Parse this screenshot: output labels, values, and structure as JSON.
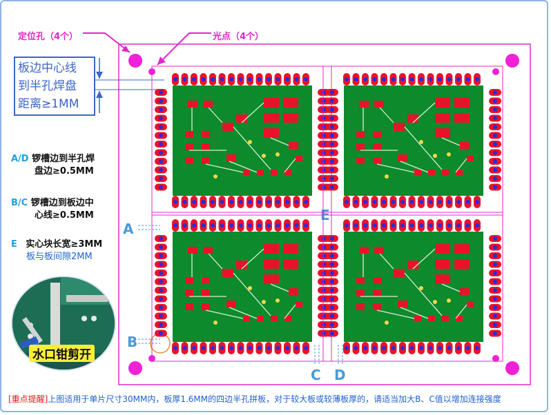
{
  "labels": {
    "locating_holes": "定位孔（4个）",
    "fiducials": "光点（4个）",
    "box_note": [
      "板边中心线",
      "到半孔焊盘",
      "距离≥1MM"
    ],
    "rule_ad_key": "A/D",
    "rule_ad_text": [
      "锣槽边到半孔焊",
      "盘边≥0.5MM"
    ],
    "rule_bc_key": "B/C",
    "rule_bc_text": [
      "锣槽边到板边中",
      "心线≥0.5MM"
    ],
    "rule_e_key": "E",
    "rule_e_text": "实心块长宽≥3MM",
    "rule_e_sub": "板与板间隙2MM",
    "letter_a": "A",
    "letter_b": "B",
    "letter_c": "C",
    "letter_d": "D",
    "letter_e": "E",
    "cut_label": "水口钳剪开",
    "bottom_warn": "[重点提醒]",
    "bottom_text": "上图适用于单片尺寸30MM内，板厚1.6MM的四边半孔拼板，对于较大板或较薄板厚的，请适当加大B、C值以增加连接强度"
  },
  "colors": {
    "magenta": "#e028c8",
    "pcb_green": "#0d8a2c",
    "pad_red": "#e8132a",
    "pad_blue": "#2a2adc",
    "frame_blue": "#8fb3ea",
    "accent_blue": "#4a9ad8"
  }
}
